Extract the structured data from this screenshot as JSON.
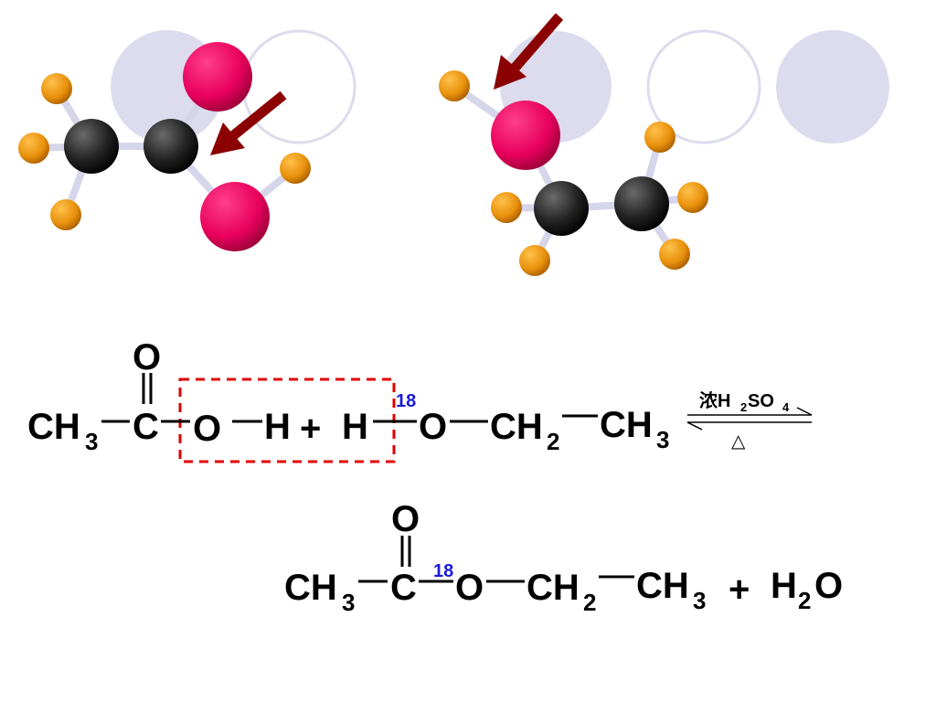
{
  "decor": {
    "circle_colors": [
      "#dcdcee",
      "#ffffff",
      "#dcdcee"
    ]
  },
  "models": {
    "acid_label": "acetic-acid",
    "alcohol_label": "ethanol",
    "colors": {
      "carbon": "#1c1c1c",
      "oxygen": "#e8005c",
      "hydrogen": "#e8900c",
      "bond": "#d6d6ea",
      "arrow": "#8b0000"
    }
  },
  "equation": {
    "reactant_acid": {
      "ch3": "CH",
      "ch3_sub": "3",
      "carbonyl_c": "C",
      "carbonyl_o": "O",
      "hydroxyl_o": "O",
      "hydroxyl_h": "H"
    },
    "plus": "+",
    "reactant_alcohol": {
      "h": "H",
      "isotope": "18",
      "o": "O",
      "ch2": "CH",
      "ch2_sub": "2",
      "ch3": "CH",
      "ch3_sub": "3"
    },
    "condition": {
      "catalyst_prefix": "浓H",
      "catalyst_sub1": "2",
      "catalyst_mid": "SO",
      "catalyst_sub2": "4",
      "heat": "△"
    },
    "product_ester": {
      "ch3": "CH",
      "ch3_sub": "3",
      "carbonyl_c": "C",
      "carbonyl_o": "O",
      "isotope": "18",
      "o": "O",
      "ch2": "CH",
      "ch2_sub": "2",
      "ch3b": "CH",
      "ch3b_sub": "3"
    },
    "plus2": "+",
    "water": {
      "h": "H",
      "h_sub": "2",
      "o": "O"
    },
    "box_color": "#e00000"
  }
}
